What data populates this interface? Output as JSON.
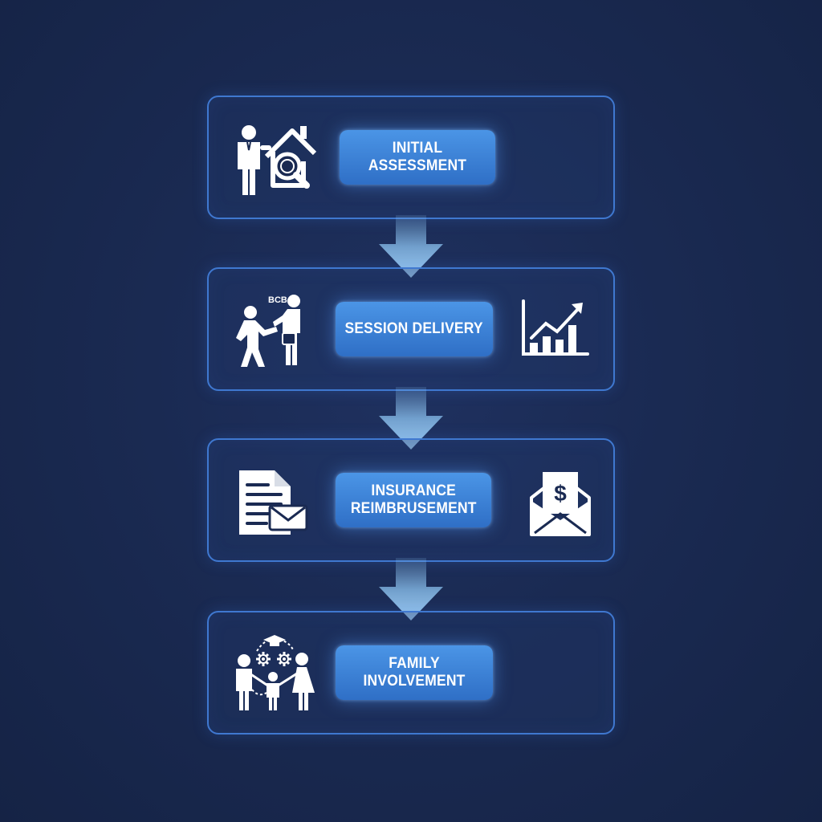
{
  "stages": [
    {
      "label": "INITIAL ASSESSMENT",
      "left_icon": "assessor-house-magnifier-icon"
    },
    {
      "label": "SESSION DELIVERY",
      "left_icon": "therapist-client-icon",
      "badge": "BCBA",
      "right_icon": "growth-chart-icon"
    },
    {
      "label": "INSURANCE\nREIMBRUSEMENT",
      "left_icon": "document-mail-icon",
      "right_icon": "dollar-envelope-icon"
    },
    {
      "label": "FAMILY INVOLVEMENT",
      "left_icon": "family-learning-icon"
    }
  ],
  "colors": {
    "background": "#1a2a52",
    "frame_border": "#3f78d0",
    "pill": "#3d82d8",
    "arrow": "#8cc4f2",
    "icon": "#ffffff"
  }
}
